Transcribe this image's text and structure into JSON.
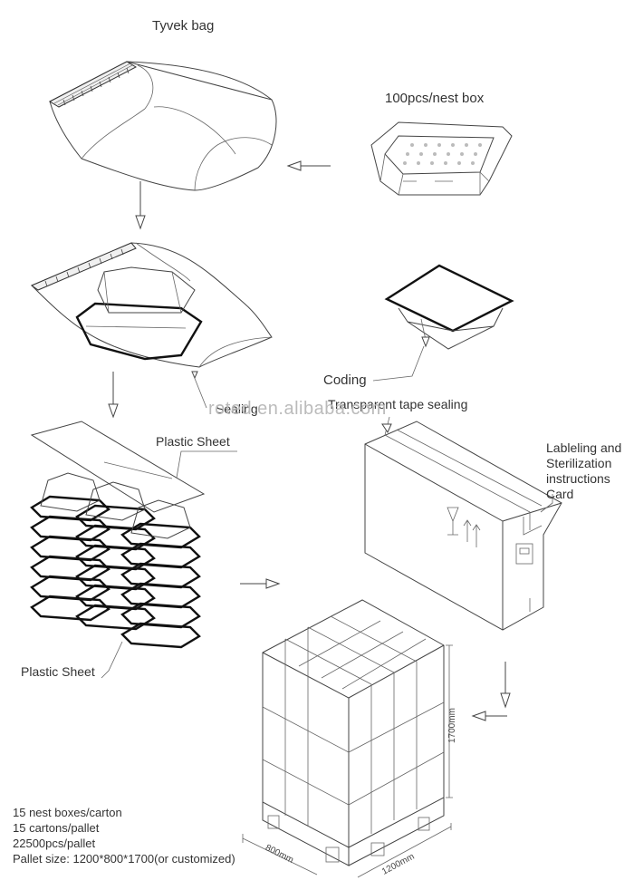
{
  "labels": {
    "tyvek_bag": "Tyvek bag",
    "nest_box": "100pcs/nest box",
    "coding": "Coding",
    "sealing": "Sealing",
    "tape_sealing": "Transparent tape sealing",
    "plastic_sheet_top": "Plastic Sheet",
    "plastic_sheet_bottom": "Plastic Sheet",
    "labeling": [
      "Lableling and",
      "Sterilization",
      "instructions",
      "Card"
    ]
  },
  "dimensions": {
    "height": "1700mm",
    "depth": "800mm",
    "width": "1200mm"
  },
  "notes": [
    "15 nest boxes/carton",
    "15 cartons/pallet",
    "22500pcs/pallet",
    "Pallet size: 1200*800*1700(or customized)"
  ],
  "watermark": "roted.en.alibaba.com"
}
